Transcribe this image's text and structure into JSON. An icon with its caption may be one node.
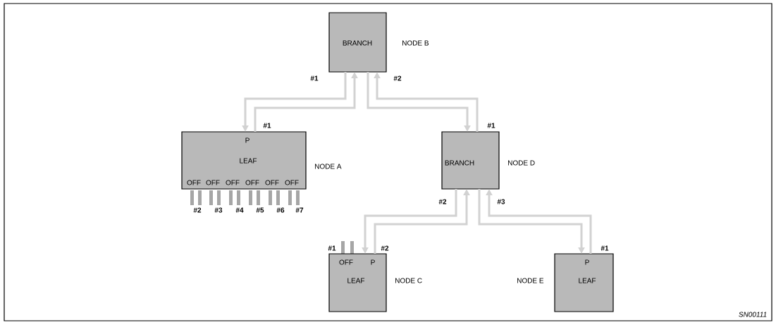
{
  "diagram": {
    "nodes": [
      {
        "text": [
          "BRANCH"
        ],
        "beside": [
          "NODE B"
        ]
      },
      {
        "text": [
          "P",
          "LEAF",
          "OFF",
          "OFF",
          "OFF",
          "OFF",
          "OFF",
          "OFF"
        ],
        "beside": [
          "NODE A"
        ]
      },
      {
        "text": [
          "BRANCH"
        ],
        "beside": [
          "NODE D"
        ]
      },
      {
        "text": [
          "OFF",
          "P",
          "LEAF"
        ],
        "beside": [
          "NODE C"
        ]
      },
      {
        "text": [
          "P",
          "LEAF"
        ],
        "beside": [
          "NODE E"
        ]
      }
    ],
    "edges": [
      {
        "from": 0,
        "to": 1,
        "arrow": "to"
      },
      {
        "from": 1,
        "to": 0,
        "arrow": "to"
      },
      {
        "from": 0,
        "to": 2,
        "arrow": "to"
      },
      {
        "from": 2,
        "to": 0,
        "arrow": "to"
      },
      {
        "from": 2,
        "to": 3,
        "arrow": "to"
      },
      {
        "from": 3,
        "to": 2,
        "arrow": "to"
      },
      {
        "from": 2,
        "to": 4,
        "arrow": "to"
      },
      {
        "from": 4,
        "to": 2,
        "arrow": "to"
      }
    ],
    "labels": [
      "#1",
      "#2",
      "#1",
      "#1",
      "#2",
      "#3",
      "#2",
      "#3",
      "#4",
      "#5",
      "#6",
      "#7",
      "#1",
      "#2",
      "#1",
      "SN00111"
    ]
  }
}
